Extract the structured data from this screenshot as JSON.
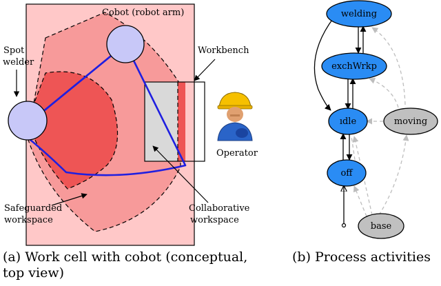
{
  "diagram_a": {
    "cobot_label": "Cobot (robot arm)",
    "spot_label_1": "Spot",
    "spot_label_2": "welder",
    "workbench_label": "Workbench",
    "operator_label": "Operator",
    "safeguarded_1": "Safeguarded",
    "safeguarded_2": "workspace",
    "collaborative_1": "Collaborative",
    "collaborative_2": "workspace",
    "caption_line1": "(a)  Work cell with cobot (conceptual,",
    "caption_line2": "top view)",
    "colors": {
      "cell_bg": "#ffc8c8",
      "outer_zone": "#f79a9a",
      "inner_zone": "#ee5555",
      "arm": "#1f1fe0",
      "joint": "#c8c8f8",
      "bench": "#d9d9d9"
    }
  },
  "diagram_b": {
    "nodes": {
      "welding": "welding",
      "exchWrkp": "exchWrkp",
      "idle": "ıdle",
      "off": "off",
      "moving": "moving",
      "base": "base"
    },
    "caption": "(b)  Process activities",
    "colors": {
      "active_node": "#2a8cf4",
      "inactive_node": "#c0c0c0",
      "dashed_edge": "#bdbdbd"
    }
  }
}
